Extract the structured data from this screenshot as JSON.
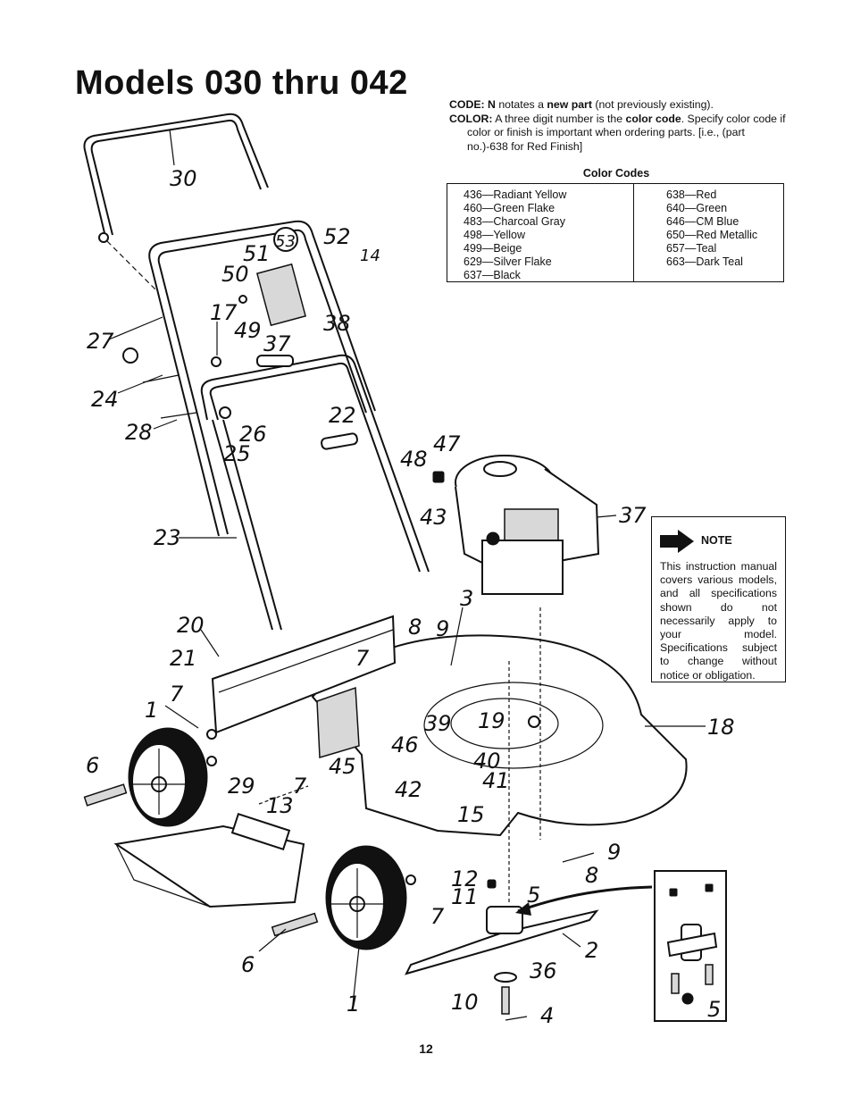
{
  "page": {
    "title": "Models 030 thru 042",
    "page_number": "12"
  },
  "codes": {
    "code_n_label": "CODE: N",
    "code_n_text_a": " notates a ",
    "code_n_emphasis": "new part",
    "code_n_text_b": " (not previously existing).",
    "color_label": "COLOR:",
    "color_text_a": " A three digit number is the ",
    "color_emphasis": "color code",
    "color_text_b": ". Specify color code if color or finish is important when ordering parts. [i.e., (part no.)-638 for Red Finish]"
  },
  "color_codes": {
    "heading": "Color Codes",
    "left": [
      "436—Radiant Yellow",
      "460—Green Flake",
      "483—Charcoal Gray",
      "498—Yellow",
      "499—Beige",
      "629—Silver Flake",
      "637—Black"
    ],
    "right": [
      "638—Red",
      "640—Green",
      "646—CM Blue",
      "650—Red Metallic",
      "657—Teal",
      "663—Dark Teal"
    ]
  },
  "note": {
    "heading": "NOTE",
    "text": "This instruction manual covers various models, and all specifications shown do not necessarily apply to your model. Specifications subject to change without notice or obligation."
  },
  "diagram": {
    "callouts": {
      "c30": "30",
      "c53": "53",
      "c52": "52",
      "c51": "51",
      "c14": "14",
      "c50": "50",
      "c17": "17",
      "c49": "49",
      "c37a": "37",
      "c38": "38",
      "c27": "27",
      "c24": "24",
      "c28": "28",
      "c26": "26",
      "c25": "25",
      "c22": "22",
      "c48": "48",
      "c47": "47",
      "c43": "43",
      "c37b": "37",
      "c23": "23",
      "c3": "3",
      "c20": "20",
      "c8a": "8",
      "c9a": "9",
      "c21": "21",
      "c7a": "7",
      "c1a": "1",
      "c7b": "7",
      "c39": "39",
      "c19": "19",
      "c18": "18",
      "c46": "46",
      "c6a": "6",
      "c29": "29",
      "c7c": "7",
      "c45": "45",
      "c40": "40",
      "c41": "41",
      "c42": "42",
      "c13": "13",
      "c15": "15",
      "c9b": "9",
      "c8b": "8",
      "c12": "12",
      "c11": "11",
      "c5a": "5",
      "c7d": "7",
      "c2": "2",
      "c6b": "6",
      "c36": "36",
      "c1b": "1",
      "c10": "10",
      "c4": "4",
      "c5b": "5"
    }
  }
}
